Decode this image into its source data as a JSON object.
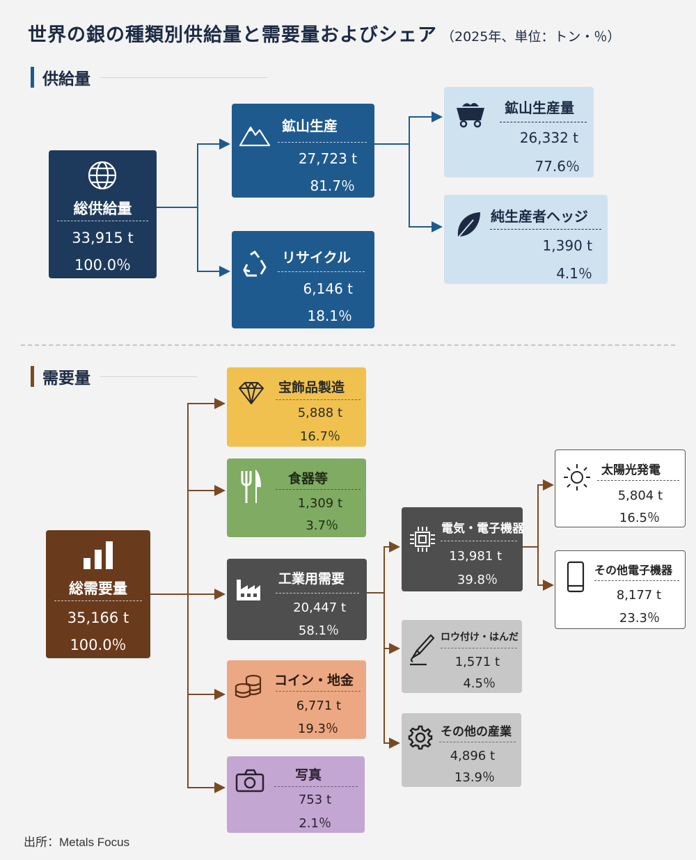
{
  "title": {
    "main": "世界の銀の種類別供給量と需要量およびシェア",
    "unit": "（2025年、単位：トン・％）"
  },
  "supply": {
    "heading": "供給量",
    "total": {
      "label": "総供給量",
      "value": "33,915 t",
      "share": "100.0％",
      "icon": "globe-icon"
    },
    "mine": {
      "label": "鉱山生産",
      "value": "27,723 t",
      "share": "81.7％",
      "icon": "mountain-icon"
    },
    "recycle": {
      "label": "リサイクル",
      "value": "6,146 t",
      "share": "18.1％",
      "icon": "recycle-icon"
    },
    "mine_production": {
      "label": "鉱山生産量",
      "value": "26,332 t",
      "share": "77.6％",
      "icon": "mine-cart-icon"
    },
    "net_hedge": {
      "label": "純生産者ヘッジ",
      "value": "1,390 t",
      "share": "4.1％",
      "icon": "leaf-icon"
    }
  },
  "demand": {
    "heading": "需要量",
    "total": {
      "label": "総需要量",
      "value": "35,166 t",
      "share": "100.0％",
      "icon": "bar-chart-icon"
    },
    "jewelry": {
      "label": "宝飾品製造",
      "value": "5,888 t",
      "share": "16.7％",
      "icon": "diamond-icon"
    },
    "tableware": {
      "label": "食器等",
      "value": "1,309 t",
      "share": "3.7％",
      "icon": "cutlery-icon"
    },
    "industrial": {
      "label": "工業用需要",
      "value": "20,447 t",
      "share": "58.1％",
      "icon": "factory-icon"
    },
    "coins": {
      "label": "コイン・地金",
      "value": "6,771 t",
      "share": "19.3％",
      "icon": "coins-icon"
    },
    "photo": {
      "label": "写真",
      "value": "753 t",
      "share": "2.1％",
      "icon": "camera-icon"
    },
    "electronics": {
      "label": "電気・電子機器",
      "value": "13,981 t",
      "share": "39.8％",
      "icon": "chip-icon"
    },
    "brazing": {
      "label": "ロウ付け・はんだ",
      "value": "1,571 t",
      "share": "4.5％",
      "icon": "soldering-icon"
    },
    "other_industry": {
      "label": "その他の産業",
      "value": "4,896 t",
      "share": "13.9％",
      "icon": "gear-icon"
    },
    "solar": {
      "label": "太陽光発電",
      "value": "5,804 t",
      "share": "16.5％",
      "icon": "sun-icon"
    },
    "other_electronics": {
      "label": "その他電子機器",
      "value": "8,177 t",
      "share": "23.3％",
      "icon": "smartphone-icon"
    }
  },
  "source": "出所：Metals Focus",
  "colors": {
    "navy": "#1d3a5c",
    "blue": "#1f5a8e",
    "light_blue": "#cfe2ef",
    "brown": "#6a3a1c",
    "yellow": "#f0c14e",
    "green": "#7fab62",
    "gray_dark": "#4e4e4e",
    "orange": "#eca883",
    "purple": "#c3a6d2",
    "gray_light": "#c7c7c7",
    "supply_line": "#1f5a8e",
    "demand_line": "#7a4a22"
  }
}
